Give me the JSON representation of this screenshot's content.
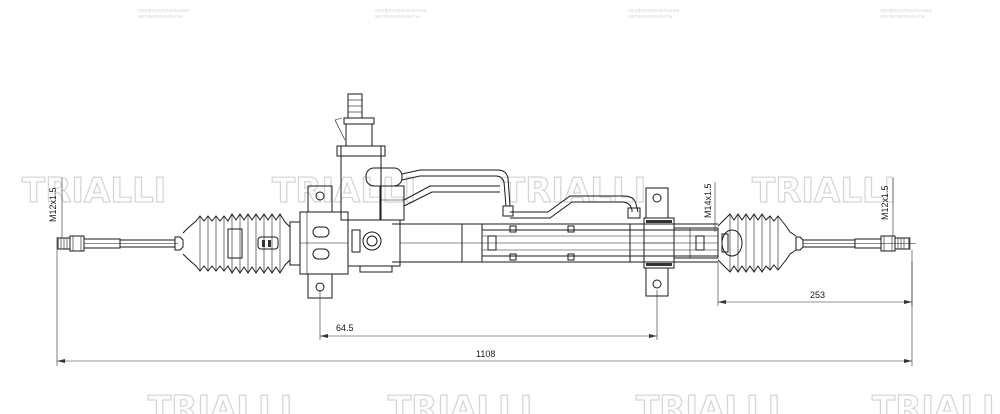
{
  "watermark": {
    "brand": "TRIALLI",
    "tagline_line1": "профессиональные",
    "tagline_line2": "автокомпоненты"
  },
  "dimensions": {
    "overall_length": "1108",
    "offset_left": "64.5",
    "offset_right": "253",
    "thread_left": "M12x1.5",
    "thread_right": "M12x1.5",
    "thread_port": "M14x1.5"
  },
  "colors": {
    "line": "#1a1a1a",
    "watermark": "#d4d4d4",
    "dark_fill": "#333333"
  }
}
